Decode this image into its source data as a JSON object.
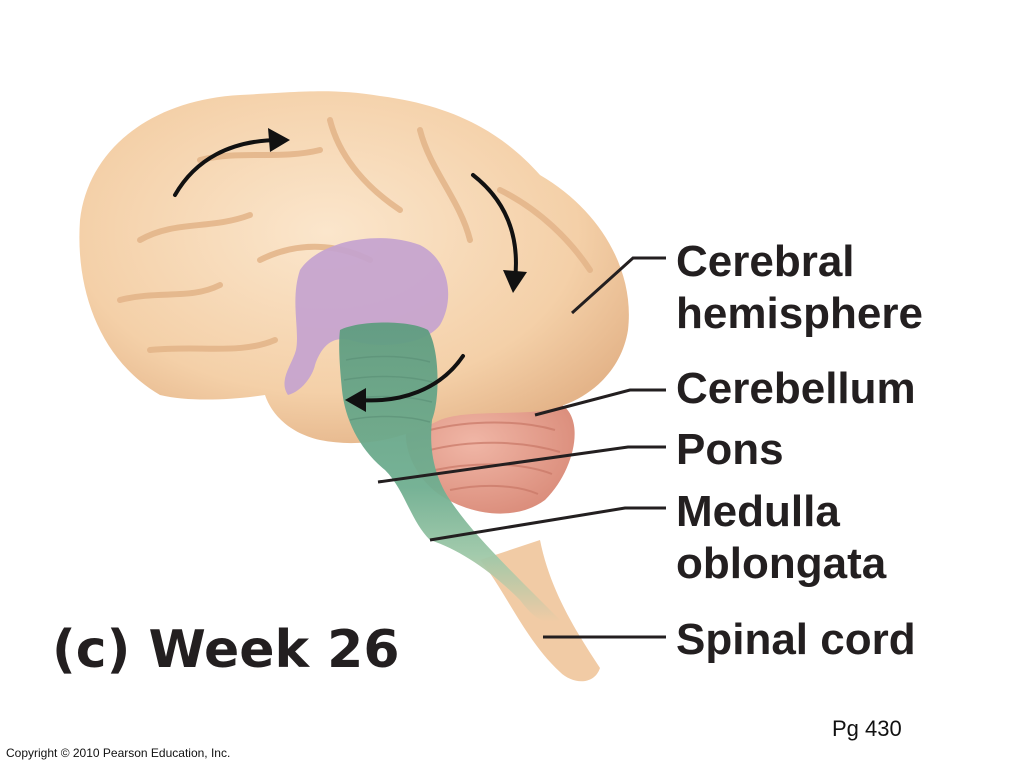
{
  "labels": {
    "cerebral_hemisphere": [
      "Cerebral",
      "hemisphere"
    ],
    "cerebellum": "Cerebellum",
    "pons": "Pons",
    "medulla_oblongata": [
      "Medulla",
      "oblongata"
    ],
    "spinal_cord": "Spinal cord"
  },
  "caption": "(c) Week 26",
  "page_number": "Pg 430",
  "copyright": "Copyright © 2010 Pearson Education, Inc.",
  "colors": {
    "cerebrum": "#f6d6b2",
    "cerebrum_shadow": "#e9bd92",
    "diencephalon": "#c4a3cf",
    "brainstem": "#6aa489",
    "cerebellum": "#e7a392",
    "spinal_cord": "#f1cba5",
    "leader_line": "#231f20",
    "arrow": "#111111"
  }
}
